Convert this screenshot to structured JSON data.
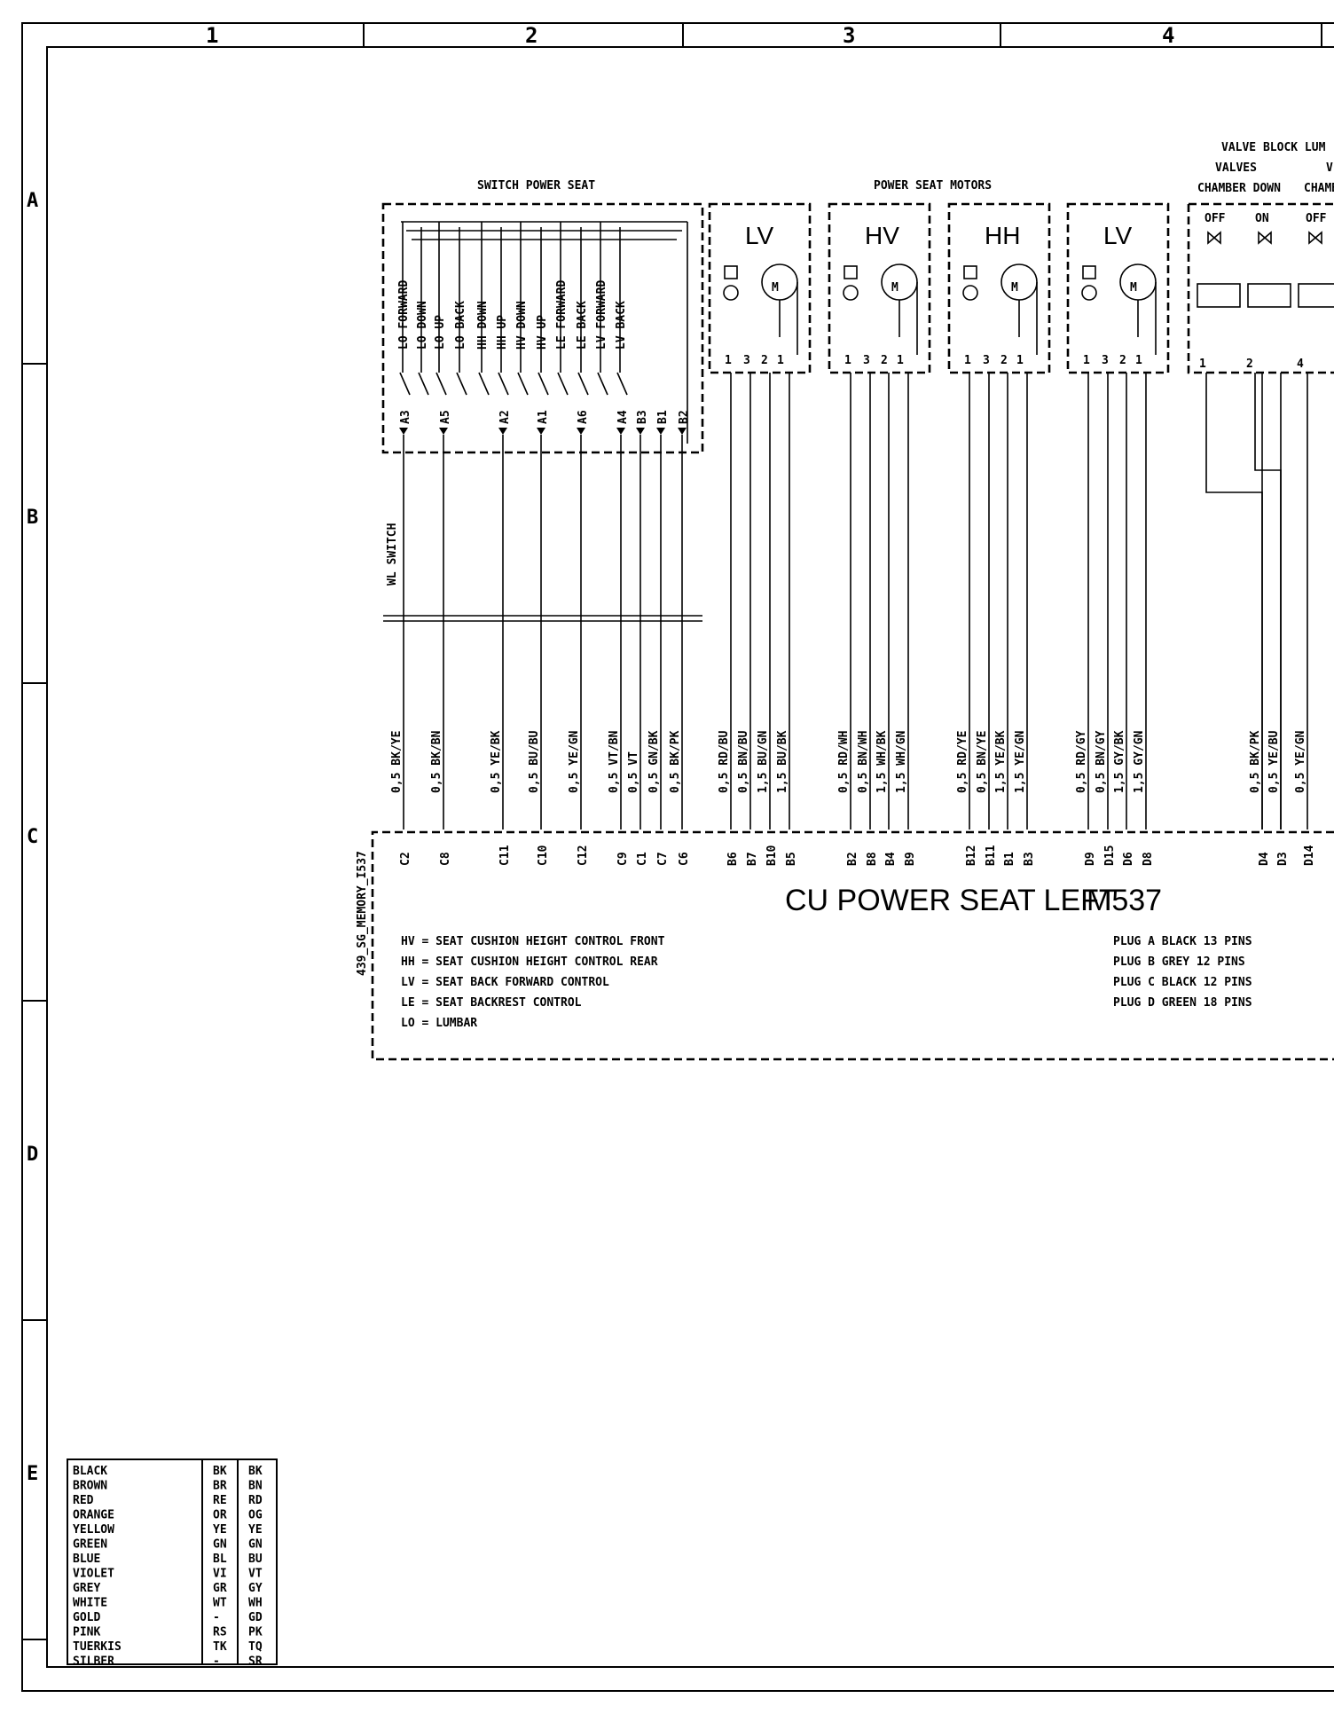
{
  "grid": {
    "columns": [
      "1",
      "2",
      "3",
      "4"
    ],
    "rows": [
      "A",
      "B",
      "C",
      "D",
      "E"
    ]
  },
  "switch": {
    "title": "SWITCH POWER SEAT",
    "functions": [
      "LO FORWARD",
      "LO DOWN",
      "LO UP",
      "LO BACK",
      "HH DOWN",
      "HH UP",
      "HV DOWN",
      "HV UP",
      "LE FORWARD",
      "LE BACK",
      "LV FORWARD",
      "LV BACK"
    ],
    "pins": [
      "A3",
      "A5",
      "A2",
      "A1",
      "A6",
      "A4",
      "B3",
      "B1",
      "B2"
    ],
    "harness_label": "WL SWITCH"
  },
  "motors": {
    "title": "POWER SEAT MOTORS",
    "blocks": [
      {
        "name": "LV",
        "pins": [
          "1",
          "3",
          "2",
          "1"
        ]
      },
      {
        "name": "HV",
        "pins": [
          "1",
          "3",
          "2",
          "1"
        ]
      },
      {
        "name": "HH",
        "pins": [
          "1",
          "3",
          "2",
          "1"
        ]
      },
      {
        "name": "LV",
        "pins": [
          "1",
          "3",
          "2",
          "1"
        ]
      }
    ],
    "motor_symbol": "M"
  },
  "valve_block": {
    "title": "VALVE BLOCK LUM",
    "subtitle_left": "VALVES",
    "subtitle_right": "V",
    "chambers": [
      "CHAMBER DOWN",
      "CHAMB"
    ],
    "states": [
      "OFF",
      "ON",
      "OFF"
    ],
    "pins": [
      "1",
      "2",
      "4"
    ]
  },
  "wires": [
    {
      "label": "0,5 BK/YE",
      "pin": "C2"
    },
    {
      "label": "0,5 BK/BN",
      "pin": "C8"
    },
    {
      "label": "0,5 YE/BK",
      "pin": "C11"
    },
    {
      "label": "0,5 BU/BU",
      "pin": "C10"
    },
    {
      "label": "0,5 YE/GN",
      "pin": "C12"
    },
    {
      "label": "0,5 VT/BN",
      "pin": "C9"
    },
    {
      "label": "0,5 VT",
      "pin": "C1"
    },
    {
      "label": "0,5 GN/BK",
      "pin": "C7"
    },
    {
      "label": "0,5 BK/PK",
      "pin": "C6"
    },
    {
      "label": "0,5 RD/BU",
      "pin": "B6"
    },
    {
      "label": "0,5 BN/BU",
      "pin": "B7"
    },
    {
      "label": "1,5 BU/GN",
      "pin": "B10"
    },
    {
      "label": "1,5 BU/BK",
      "pin": "B5"
    },
    {
      "label": "0,5 RD/WH",
      "pin": "B2"
    },
    {
      "label": "0,5 BN/WH",
      "pin": "B8"
    },
    {
      "label": "1,5 WH/BK",
      "pin": "B4"
    },
    {
      "label": "1,5 WH/GN",
      "pin": "B9"
    },
    {
      "label": "0,5 RD/YE",
      "pin": "B12"
    },
    {
      "label": "0,5 BN/YE",
      "pin": "B11"
    },
    {
      "label": "1,5 YE/BK",
      "pin": "B1"
    },
    {
      "label": "1,5 YE/GN",
      "pin": "B3"
    },
    {
      "label": "0,5 RD/GY",
      "pin": "D9"
    },
    {
      "label": "0,5 BN/GY",
      "pin": "D15"
    },
    {
      "label": "1,5 GY/BK",
      "pin": "D6"
    },
    {
      "label": "1,5 GY/GN",
      "pin": "D8"
    },
    {
      "label": "0,5 BK/PK",
      "pin": "D4"
    },
    {
      "label": "0,5 YE/BU",
      "pin": "D3"
    },
    {
      "label": "0,5 YE/GN",
      "pin": "D14"
    }
  ],
  "control_unit": {
    "title": "CU POWER SEAT LEFT",
    "code": "M537",
    "side_label": "439_SG_MEMORY_I537",
    "legend": [
      "HV = SEAT CUSHION HEIGHT CONTROL FRONT",
      "HH = SEAT CUSHION HEIGHT CONTROL REAR",
      "LV = SEAT BACK FORWARD CONTROL",
      "LE = SEAT BACKREST CONTROL",
      "LO = LUMBAR"
    ],
    "plugs": [
      "PLUG A BLACK  13 PINS",
      "PLUG B GREY   12 PINS",
      "PLUG C BLACK  12 PINS",
      "PLUG D GREEN  18 PINS"
    ]
  },
  "color_table": [
    [
      "BLACK",
      "BK",
      "BK"
    ],
    [
      "BROWN",
      "BR",
      "BN"
    ],
    [
      "RED",
      "RE",
      "RD"
    ],
    [
      "ORANGE",
      "OR",
      "OG"
    ],
    [
      "YELLOW",
      "YE",
      "YE"
    ],
    [
      "GREEN",
      "GN",
      "GN"
    ],
    [
      "BLUE",
      "BL",
      "BU"
    ],
    [
      "VIOLET",
      "VI",
      "VT"
    ],
    [
      "GREY",
      "GR",
      "GY"
    ],
    [
      "WHITE",
      "WT",
      "WH"
    ],
    [
      "GOLD",
      "-",
      "GD"
    ],
    [
      "PINK",
      "RS",
      "PK"
    ],
    [
      "TUERKIS",
      "TK",
      "TQ"
    ],
    [
      "SILBER",
      "-",
      "SR"
    ]
  ]
}
